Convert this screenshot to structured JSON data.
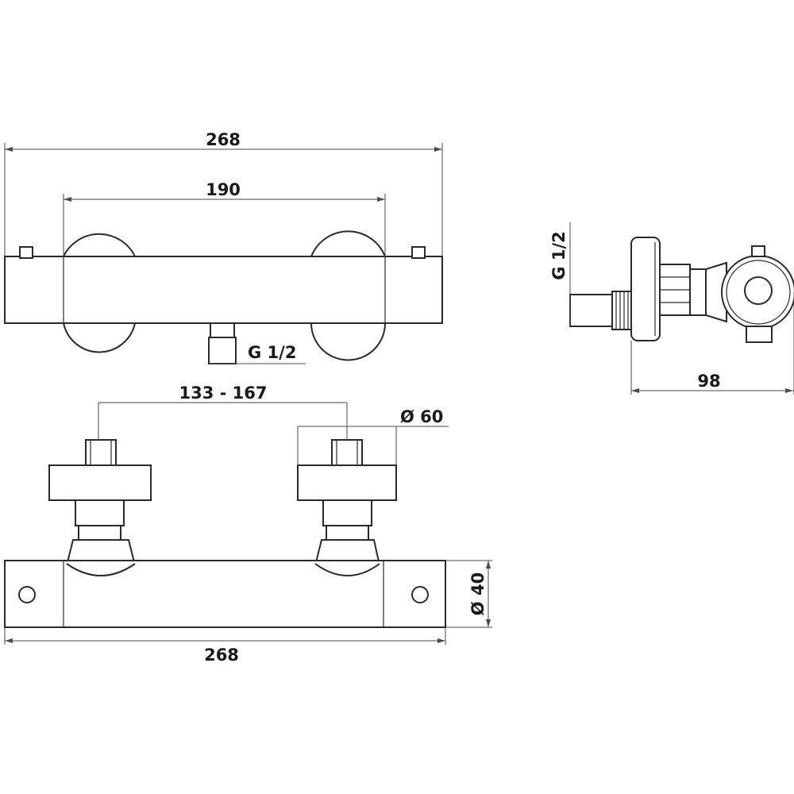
{
  "dimensions": {
    "front_overall_width": "268",
    "front_center_distance": "190",
    "front_outlet_thread": "G 1/2",
    "side_inlet_thread": "G 1/2",
    "side_depth": "98",
    "top_eccentric_range": "133 - 167",
    "top_rosette_diameter": "Ø 60",
    "top_body_diameter": "Ø 40",
    "top_overall_width": "268"
  },
  "colors": {
    "line": "#2a2a2a",
    "dimension_line": "#4a4a4a",
    "background": "#ffffff"
  }
}
